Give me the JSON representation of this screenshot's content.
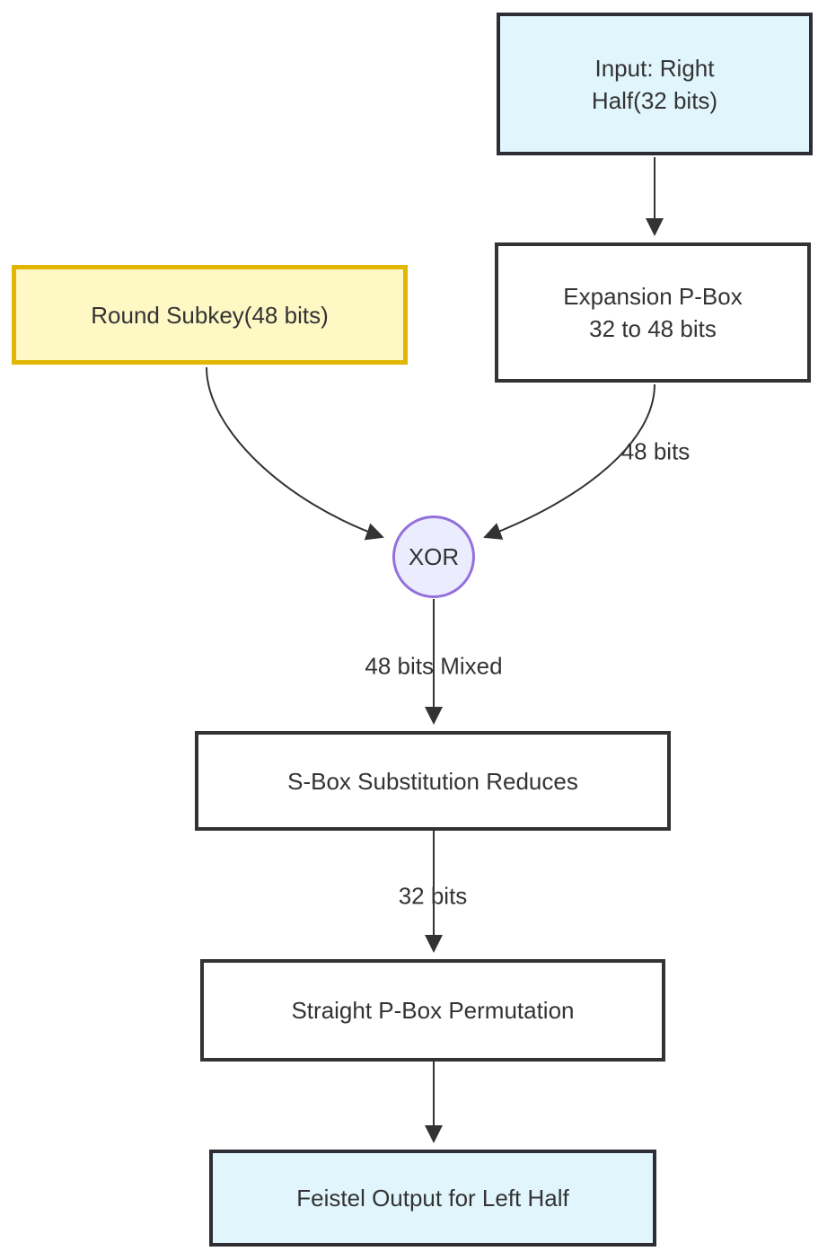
{
  "diagram": {
    "type": "flowchart",
    "description": "DES Feistel function round flow",
    "nodes": {
      "input_right_half": {
        "lines": [
          "Input: Right",
          "Half(32 bits)"
        ]
      },
      "expansion_pbox": {
        "lines": [
          "Expansion P-Box",
          "32 to 48 bits"
        ]
      },
      "round_subkey": {
        "lines": [
          "Round Subkey(48 bits)"
        ]
      },
      "xor": {
        "lines": [
          "XOR"
        ]
      },
      "sbox": {
        "lines": [
          "S-Box Substitution Reduces"
        ]
      },
      "straight_pbox": {
        "lines": [
          "Straight P-Box Permutation"
        ]
      },
      "feistel_output": {
        "lines": [
          "Feistel Output for Left Half"
        ]
      }
    },
    "edge_labels": {
      "expansion_to_xor": "48 bits",
      "xor_to_sbox": "48 bits Mixed",
      "sbox_to_straight_pbox": "32 bits"
    },
    "colors": {
      "node_text": "#333333",
      "edge_stroke": "#333333",
      "default_border": "#333333",
      "highlight_blue_fill": "#e1f5fd",
      "highlight_blue_border": "#2d2d33",
      "key_yellow_fill": "#fdf8c4",
      "key_yellow_border": "#e2b605",
      "xor_fill": "#ececff",
      "xor_border": "#9370db",
      "background": "#ffffff"
    }
  }
}
